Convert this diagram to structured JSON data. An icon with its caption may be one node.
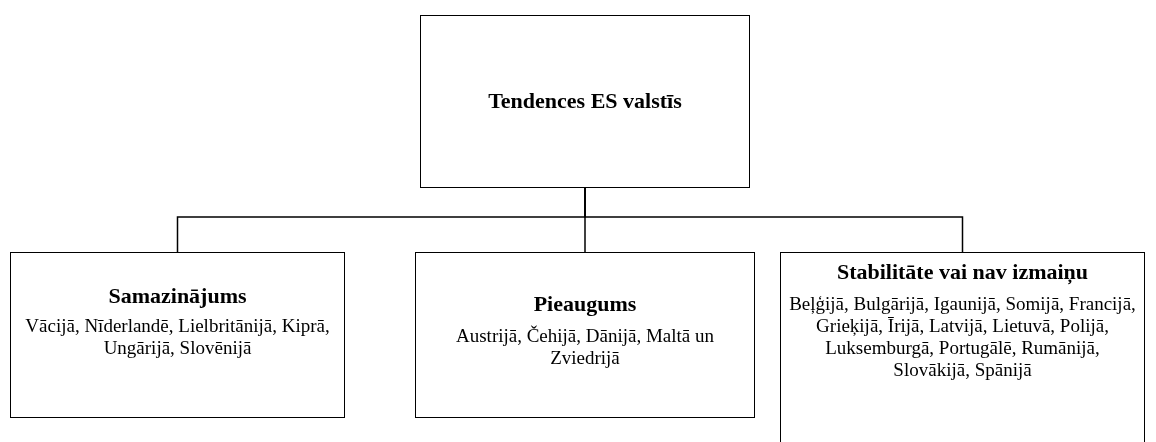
{
  "diagram": {
    "nodes": [
      {
        "text": [
          "Tendences ES valstīs"
        ]
      },
      {
        "text": [
          "Samazinājums",
          "Vācijā, Nīderlandē, Lielbritānijā, Kiprā, Ungārijā, Slovēnijā"
        ]
      },
      {
        "text": [
          "Pieaugums",
          "Austrijā, Čehijā, Dānijā, Maltā un Zviedrijā"
        ]
      },
      {
        "text": [
          "Stabilitāte vai nav izmaiņu",
          "Beļģijā, Bulgārijā, Igaunijā, Somijā, Francijā, Grieķijā, Īrijā, Latvijā, Lietuvā, Polijā, Luksemburgā, Portugālē, Rumānijā, Slovākijā, Spānijā"
        ]
      }
    ],
    "edges": [
      {
        "from": 0,
        "to": 1,
        "arrow": "none"
      },
      {
        "from": 0,
        "to": 2,
        "arrow": "none"
      },
      {
        "from": 0,
        "to": 3,
        "arrow": "none"
      }
    ]
  }
}
